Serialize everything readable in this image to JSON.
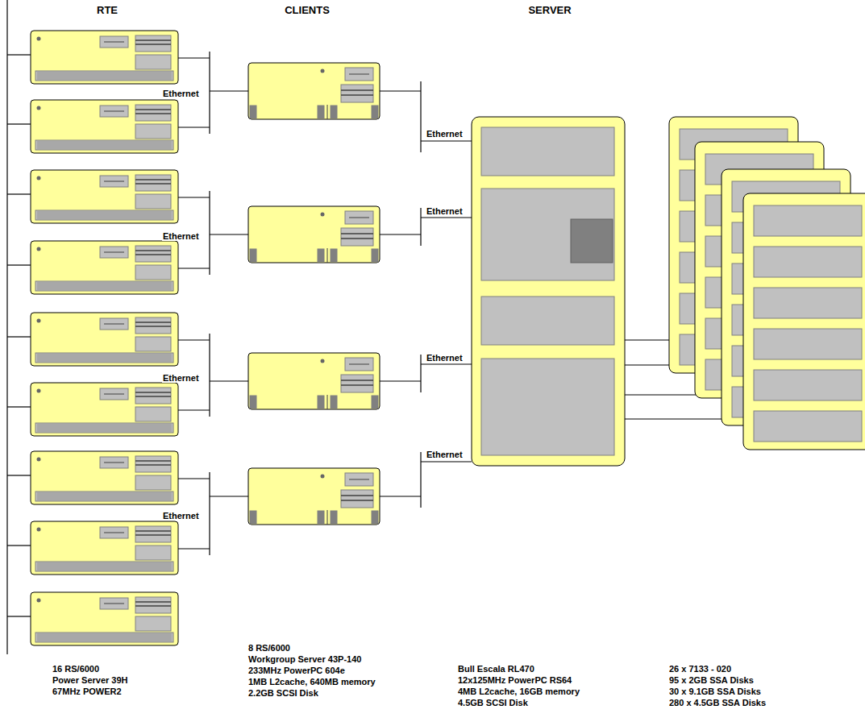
{
  "diagram": {
    "labels": [
      "RTE",
      "CLIENTS",
      "SERVER",
      "Ethernet",
      "Ethernet",
      "Ethernet",
      "Ethernet",
      "Ethernet",
      "Ethernet",
      "Ethernet",
      "Ethernet",
      "16 RS/6000",
      "Power Server 39H",
      "67MHz POWER2",
      "8 RS/6000",
      "Workgroup Server 43P-140",
      "233MHz PowerPC 604e",
      "1MB L2cache, 640MB memory",
      "2.2GB SCSI Disk",
      "Bull Escala RL470",
      "12x125MHz PowerPC RS64",
      "4MB L2cache, 16GB memory",
      "4.5GB SCSI Disk",
      "26 x 7133 - 020",
      "95 x 2GB SSA Disks",
      "30 x 9.1GB SSA Disks",
      "280 x 4.5GB SSA Disks"
    ]
  }
}
